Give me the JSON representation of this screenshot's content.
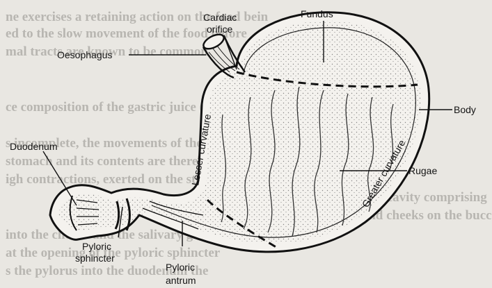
{
  "diagram": {
    "labels": {
      "fundus": "Fundus",
      "cardiac_orifice_line1": "Cardiac",
      "cardiac_orifice_line2": "orifice",
      "oesophagus": "Oesophagus",
      "body": "Body",
      "duodenum": "Duodenum",
      "rugae": "Rugae",
      "lesser_curvature": "Lesser curvature",
      "greater_curvature": "Greater curvature",
      "pyloric_sphincter_line1": "Pyloric",
      "pyloric_sphincter_line2": "sphincter",
      "pyloric_antrum_line1": "Pyloric",
      "pyloric_antrum_line2": "antrum"
    }
  }
}
